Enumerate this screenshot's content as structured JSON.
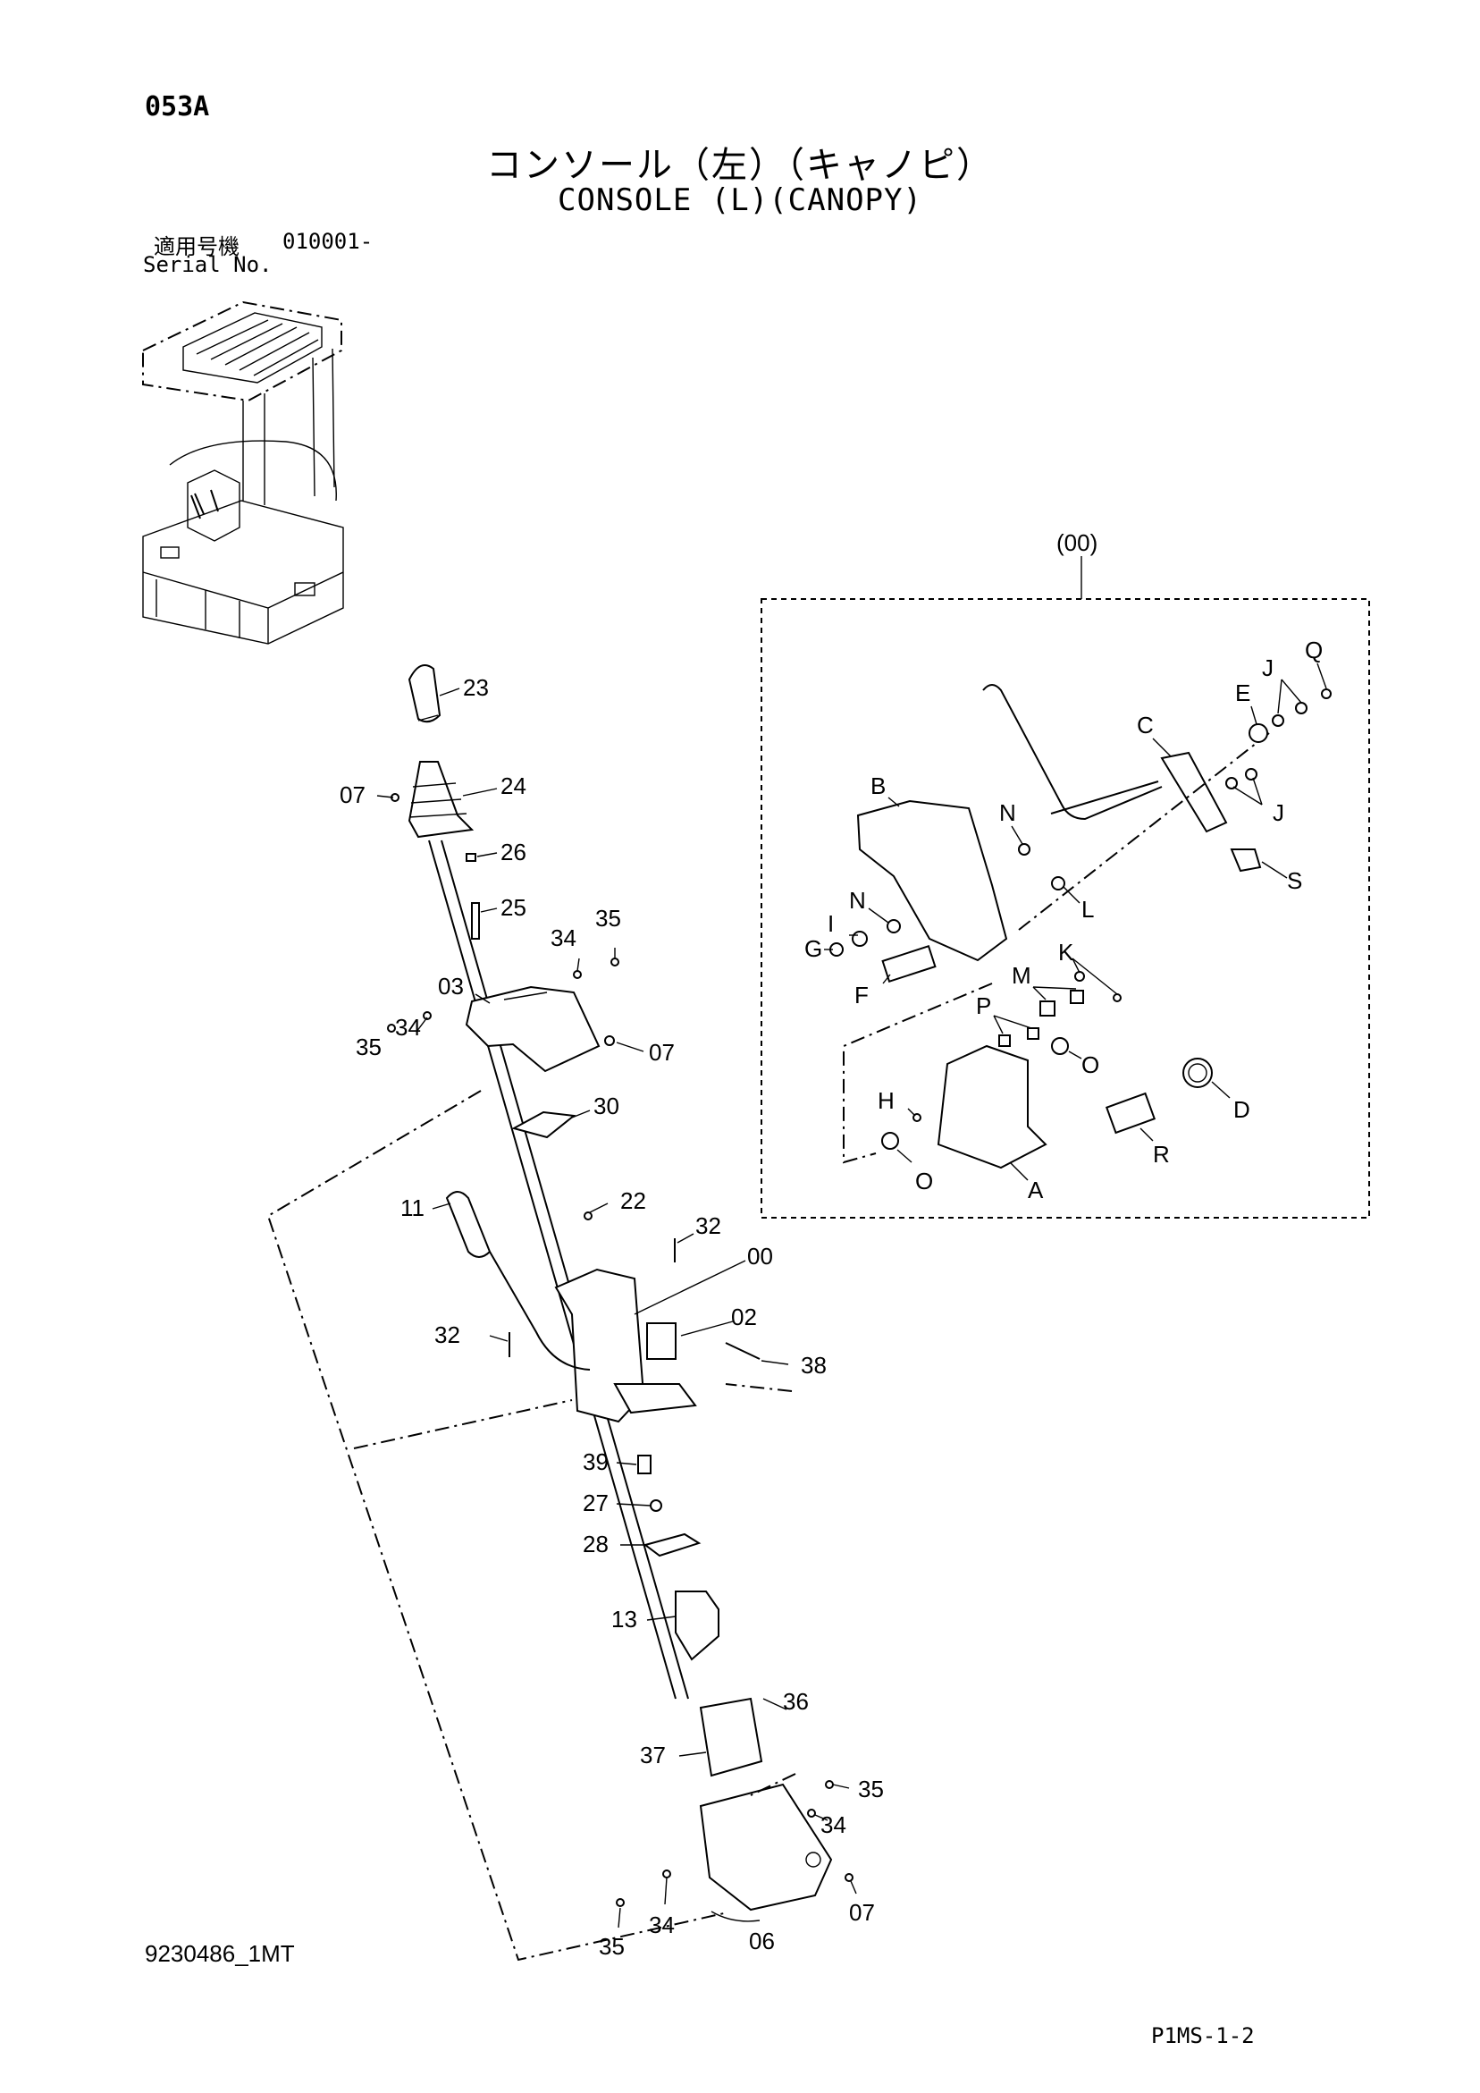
{
  "header": {
    "page_code": "053A",
    "title_jp": "コンソール（左）（キャノピ）",
    "title_en": "CONSOLE (L)(CANOPY)",
    "serial_label_jp": "適用号機",
    "serial_range": "010001-",
    "serial_label_en": "Serial No."
  },
  "footer": {
    "drawing_code": "9230486_1MT",
    "page_ref": "P1MS-1-2"
  },
  "callouts": {
    "c23": "23",
    "c07a": "07",
    "c24": "24",
    "c26": "26",
    "c25": "25",
    "c34a": "34",
    "c35a": "35",
    "c03": "03",
    "c35b": "35",
    "c34b": "34",
    "c07b": "07",
    "c30": "30",
    "c22": "22",
    "c11": "11",
    "c32a": "32",
    "c00": "00",
    "c32b": "32",
    "c02": "02",
    "c38": "38",
    "c39": "39",
    "c27": "27",
    "c28": "28",
    "c13": "13",
    "c36": "36",
    "c37": "37",
    "c35c": "35",
    "c34c": "34",
    "c34d": "34",
    "c35d": "35",
    "c06": "06",
    "c07c": "07"
  },
  "subassembly": {
    "label": "(00)",
    "letters": {
      "q": "Q",
      "j1": "J",
      "e": "E",
      "c": "C",
      "j2": "J",
      "b": "B",
      "n1": "N",
      "s": "S",
      "n2": "N",
      "l": "L",
      "i": "I",
      "g": "G",
      "k": "K",
      "m": "M",
      "f": "F",
      "p": "P",
      "o1": "O",
      "h": "H",
      "d": "D",
      "r": "R",
      "o2": "O",
      "a": "A"
    }
  }
}
